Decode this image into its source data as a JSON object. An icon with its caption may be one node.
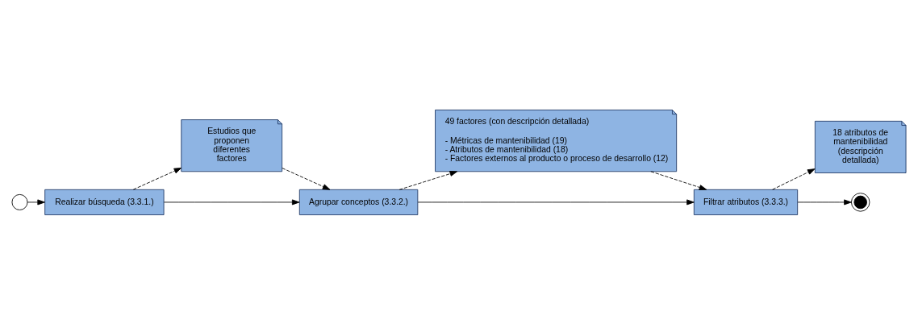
{
  "diagram": {
    "nodes": [
      {
        "text": [],
        "shape": "circle"
      },
      {
        "text": [
          "Realizar búsqueda (3.3.1.)"
        ]
      },
      {
        "text": [
          "Estudios que proponen diferentes factores"
        ]
      },
      {
        "text": [
          "Agrupar conceptos (3.3.2.)"
        ]
      },
      {
        "text": [
          "49 factores (con descripción detallada)",
          "- Métricas de mantenibilidad (19)",
          "- Atributos de mantenibilidad (18)",
          "- Factores externos al producto o proceso de desarrollo (12)"
        ]
      },
      {
        "text": [
          "Filtrar atributos (3.3.3.)"
        ]
      },
      {
        "text": [
          "18 atributos de mantenibilidad (descripción detallada)"
        ]
      },
      {
        "text": [],
        "shape": "target"
      }
    ],
    "edges": [
      {
        "from": 0,
        "to": 1,
        "arrow": "to"
      },
      {
        "from": 1,
        "to": 2,
        "arrow": "to",
        "style": "dashed"
      },
      {
        "from": 2,
        "to": 3,
        "arrow": "to",
        "style": "dashed"
      },
      {
        "from": 1,
        "to": 3,
        "arrow": "to"
      },
      {
        "from": 3,
        "to": 4,
        "arrow": "to",
        "style": "dashed"
      },
      {
        "from": 4,
        "to": 5,
        "arrow": "to",
        "style": "dashed"
      },
      {
        "from": 3,
        "to": 5,
        "arrow": "to"
      },
      {
        "from": 5,
        "to": 6,
        "arrow": "to",
        "style": "dashed"
      },
      {
        "from": 5,
        "to": 7,
        "arrow": "to"
      }
    ]
  }
}
